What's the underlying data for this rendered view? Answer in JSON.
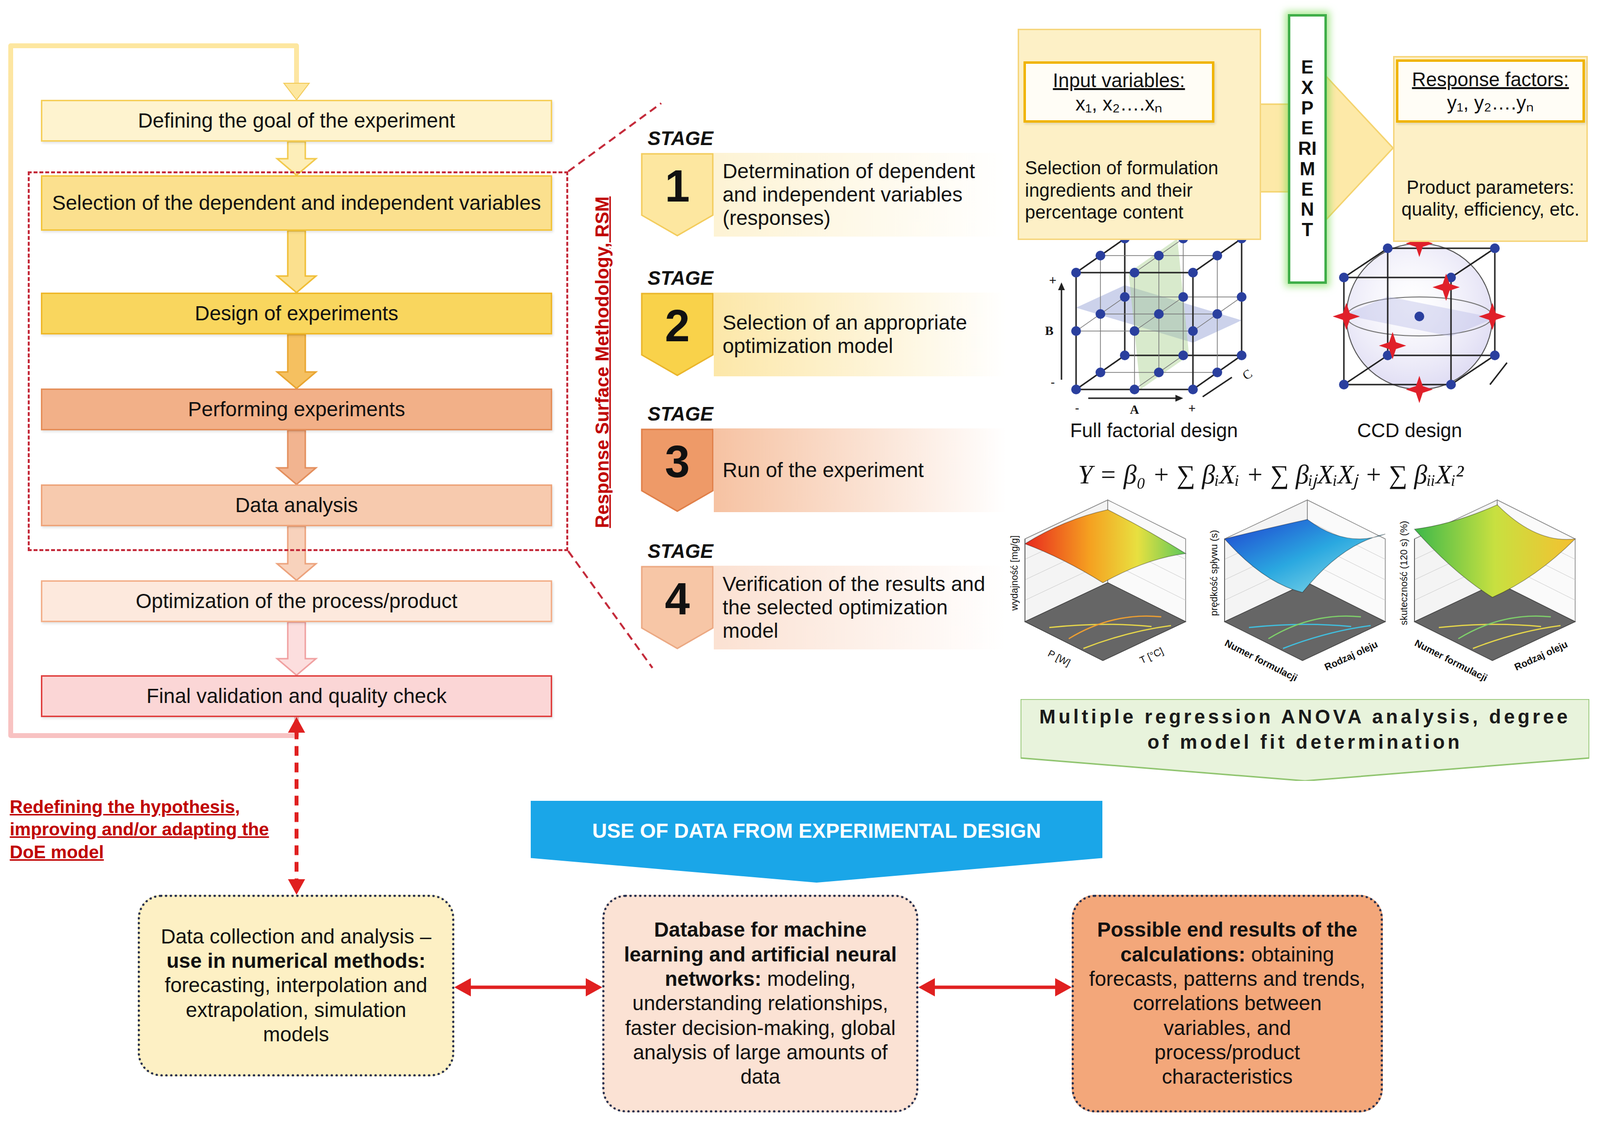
{
  "diagram": {
    "nodes": [
      {
        "text": [
          "Defining the goal of the experiment"
        ]
      },
      {
        "text": [
          "Response Surface Methodology, RSM"
        ]
      },
      {
        "text": [
          "Selection of the dependent and independent variables"
        ],
        "in": 1
      },
      {
        "text": [
          "Design of experiments"
        ],
        "in": 1
      },
      {
        "text": [
          "Performing experiments"
        ],
        "in": 1
      },
      {
        "text": [
          "Data analysis"
        ],
        "in": 1
      },
      {
        "text": [
          "Optimization of the process/product"
        ]
      },
      {
        "text": [
          "Final validation and quality check"
        ]
      },
      {
        "text": [
          "STAGE",
          "1",
          "Determination of dependent and independent variables (responses)"
        ]
      },
      {
        "text": [
          "STAGE",
          "2",
          "Selection of an appropriate optimization model"
        ]
      },
      {
        "text": [
          "STAGE",
          "3",
          "Run of the experiment"
        ]
      },
      {
        "text": [
          "STAGE",
          "4",
          "Verification of the results and the selected optimization model"
        ]
      },
      {
        "text": [
          "Selection of formulation ingredients and their percentage content"
        ]
      },
      {
        "text": [
          "Input variables:",
          "x₁, x₂….xₙ"
        ],
        "in": 12
      },
      {
        "text": [
          "EXPERIMENT"
        ]
      },
      {
        "text": [
          "Product parameters: quality, efficiency, etc."
        ]
      },
      {
        "text": [
          "Response factors:",
          "y₁, y₂….yₙ"
        ],
        "in": 15
      },
      {
        "text": [
          "Multiple regression ANOVA analysis, degree of model fit determination"
        ]
      },
      {
        "text": [
          "USE OF DATA FROM EXPERIMENTAL DESIGN"
        ]
      },
      {
        "text": [
          "Data collection and analysis –",
          "use in numerical methods:",
          "forecasting, interpolation and extrapolation, simulation models"
        ]
      },
      {
        "text": [
          "Database for machine learning and artificial neural networks:",
          "modeling, understanding relationships, faster decision-making, global analysis of large amounts of data"
        ]
      },
      {
        "text": [
          "Possible end results of the calculations:",
          "obtaining forecasts, patterns and trends, correlations between variables, and process/product characteristics"
        ]
      }
    ],
    "edges": [
      {
        "from": 0,
        "to": 2,
        "arrow": "to"
      },
      {
        "from": 2,
        "to": 3,
        "arrow": "to"
      },
      {
        "from": 3,
        "to": 4,
        "arrow": "to"
      },
      {
        "from": 4,
        "to": 5,
        "arrow": "to"
      },
      {
        "from": 5,
        "to": 6,
        "arrow": "to"
      },
      {
        "from": 6,
        "to": 7,
        "arrow": "to"
      },
      {
        "from": 7,
        "to": 0,
        "arrow": "to"
      },
      {
        "from": 12,
        "to": 15,
        "arrow": "to"
      },
      {
        "from": 7,
        "to": 19,
        "arrow": "both"
      },
      {
        "from": 19,
        "to": 20,
        "arrow": "both"
      },
      {
        "from": 20,
        "to": 21,
        "arrow": "both"
      }
    ],
    "labels": [
      "Full factorial design",
      "CCD design",
      "Y = β₀ + ∑ βᵢXᵢ + ∑ βᵢⱼXᵢXⱼ + ∑ βᵢᵢXᵢ²",
      "+",
      "B",
      "-",
      "-",
      "A",
      "+",
      "C",
      "wydajność [mg/g]",
      "P [W]",
      "T [°C]",
      "prędkość spływu (s)",
      "Numer formulacji",
      "Rodzaj oleju",
      "skuteczność (120 s) (%)",
      "Numer formulacji",
      "Rodzaj oleju",
      "Redefining the hypothesis, improving and/or adapting the DoE model"
    ]
  }
}
